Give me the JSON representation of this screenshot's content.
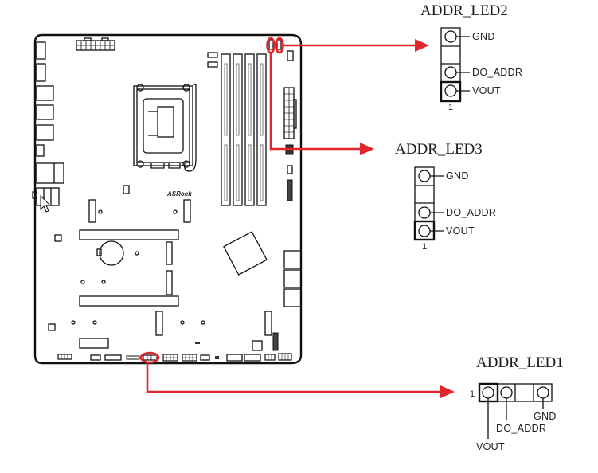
{
  "diagram": {
    "board": {
      "brand_text": "ASRock",
      "description": "Motherboard layout"
    },
    "highlight_color": "#e2262b",
    "headers": [
      {
        "id": "addr_led2",
        "title": "ADDR_LED2",
        "orientation": "vertical",
        "pin1_label": "1",
        "pins": [
          {
            "label": "GND",
            "present": true
          },
          {
            "label": "",
            "present": false
          },
          {
            "label": "DO_ADDR",
            "present": true
          },
          {
            "label": "VOUT",
            "present": true
          }
        ]
      },
      {
        "id": "addr_led3",
        "title": "ADDR_LED3",
        "orientation": "vertical",
        "pin1_label": "1",
        "pins": [
          {
            "label": "GND",
            "present": true
          },
          {
            "label": "",
            "present": false
          },
          {
            "label": "DO_ADDR",
            "present": true
          },
          {
            "label": "VOUT",
            "present": true
          }
        ]
      },
      {
        "id": "addr_led1",
        "title": "ADDR_LED1",
        "orientation": "horizontal",
        "pin1_label": "1",
        "pins": [
          {
            "label": "VOUT",
            "present": true
          },
          {
            "label": "DO_ADDR",
            "present": true
          },
          {
            "label": "",
            "present": false
          },
          {
            "label": "GND",
            "present": true
          }
        ]
      }
    ]
  }
}
